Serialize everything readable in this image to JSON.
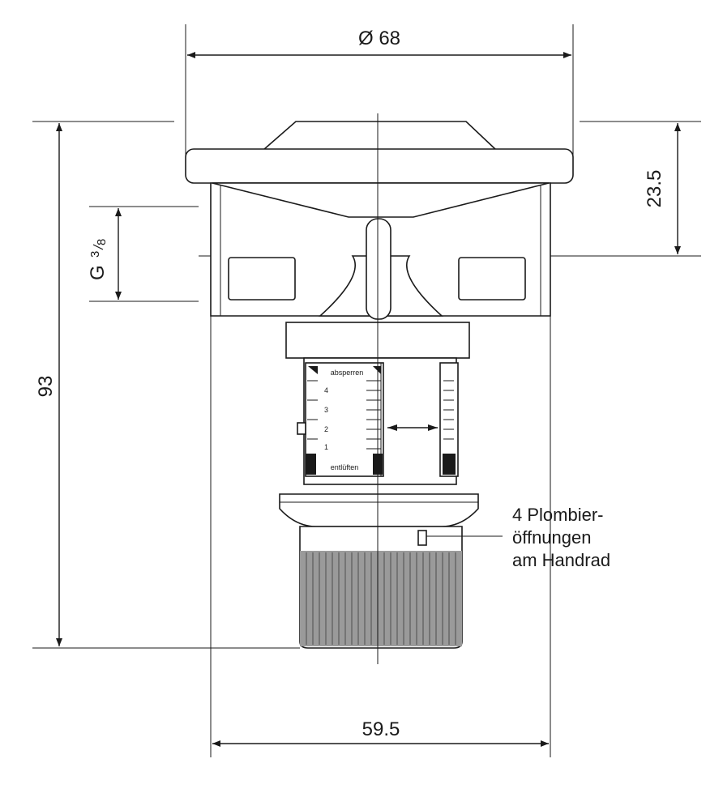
{
  "dimensions": {
    "top_diameter": "Ø 68",
    "height_right": "23.5",
    "height_total": "93",
    "bottom_width": "59.5",
    "thread": {
      "prefix": "G",
      "num": "3",
      "den": "8"
    }
  },
  "scale_labels": {
    "top": "absperren",
    "marks": [
      "4",
      "3",
      "2",
      "1"
    ],
    "bottom": "entlüften"
  },
  "note": {
    "line1": "4 Plombier-",
    "line2": "öffnungen",
    "line3": "am Handrad"
  }
}
